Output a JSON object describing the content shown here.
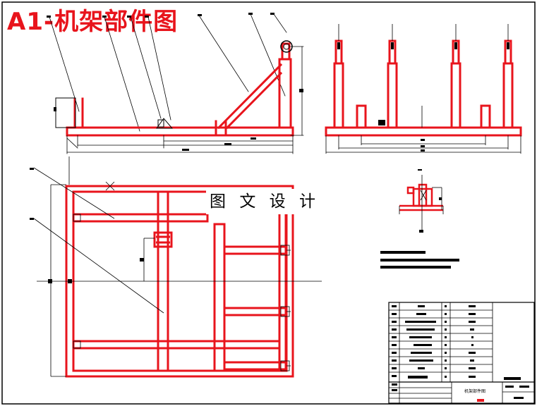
{
  "drawing": {
    "title": "A1-机架部件图",
    "watermark": "图 文 设 计",
    "title_block_name": "机架部件图",
    "colors": {
      "part": "#e8141c",
      "line": "#000000",
      "paper": "#ffffff"
    }
  }
}
